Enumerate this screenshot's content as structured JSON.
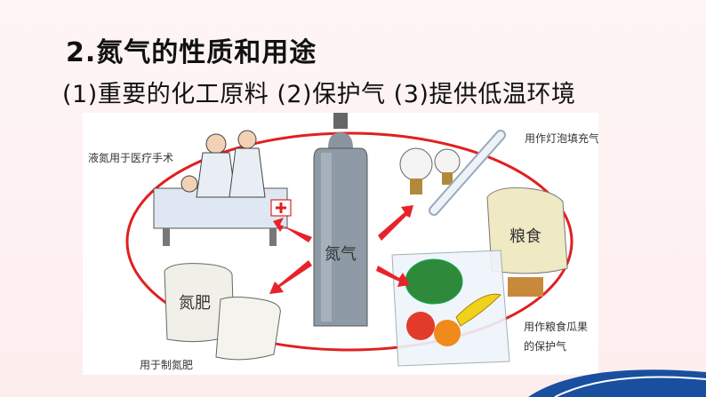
{
  "slide": {
    "title": "2.氮气的性质和用途",
    "subtitle": "(1)重要的化工原料  (2)保护气  (3)提供低温环境"
  },
  "figure": {
    "cylinder_label": "氮气",
    "labels": {
      "medical": "液氮用于医疗手术",
      "bulb": "用作灯泡填充气",
      "grain_bag": "粮食",
      "food_protect_line1": "用作粮食瓜果",
      "food_protect_line2": "的保护气",
      "fertilizer_bag": "氮肥",
      "fertilizer": "用于制氮肥"
    }
  },
  "colors": {
    "arrow": "#e8222a",
    "cycle": "#e02020",
    "cylinder": "#8e9aa5",
    "wave": "#1a4fa0"
  }
}
